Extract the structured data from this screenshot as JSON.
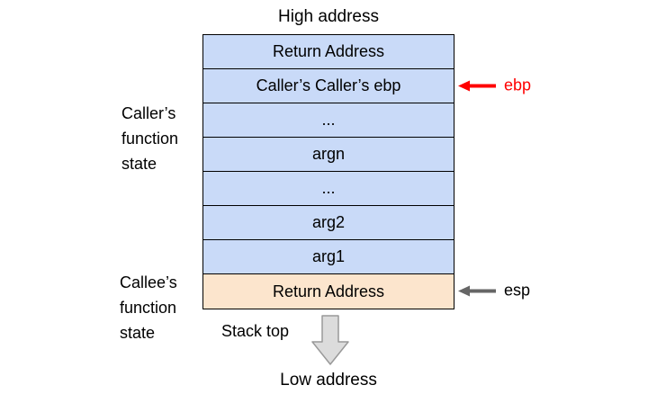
{
  "titles": {
    "top": "High address",
    "bottom": "Low address",
    "stack_top": "Stack top"
  },
  "rows": [
    {
      "label": "Return Address",
      "type": "caller"
    },
    {
      "label": "Caller’s Caller’s ebp",
      "type": "caller",
      "pointer": "ebp"
    },
    {
      "label": "...",
      "type": "caller"
    },
    {
      "label": "argn",
      "type": "caller"
    },
    {
      "label": "...",
      "type": "caller"
    },
    {
      "label": "arg2",
      "type": "caller"
    },
    {
      "label": "arg1",
      "type": "caller"
    },
    {
      "label": "Return Address",
      "type": "callee",
      "pointer": "esp"
    }
  ],
  "side_labels": {
    "caller": "Caller’s\nfunction\nstate",
    "callee": "Callee’s\nfunction\nstate"
  },
  "pointers": {
    "ebp": {
      "label": "ebp",
      "color": "#ff0000",
      "text_color": "#ff0000"
    },
    "esp": {
      "label": "esp",
      "color": "#666666",
      "text_color": "#000000"
    }
  },
  "colors": {
    "caller_row": "#c9daf8",
    "callee_row": "#fce5cd",
    "border": "#000000",
    "block_arrow_fill": "#dcdcdc",
    "block_arrow_stroke": "#999999"
  }
}
